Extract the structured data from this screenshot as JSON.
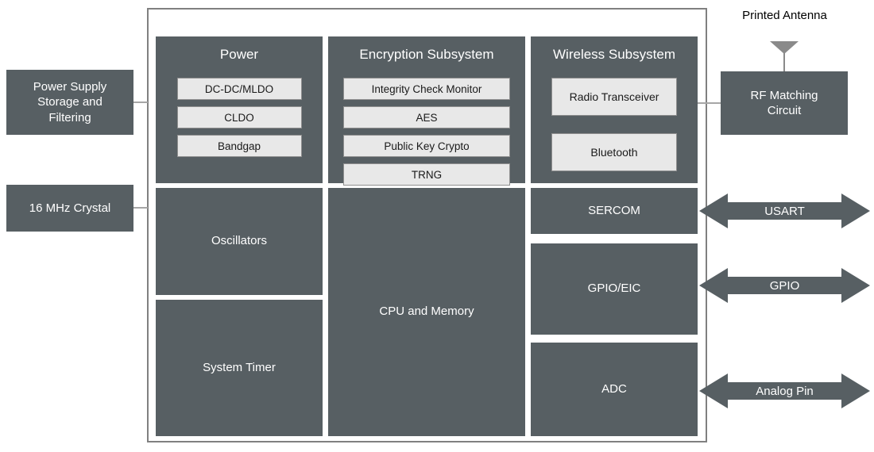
{
  "colors": {
    "block_dark": "#575f63",
    "block_light": "#e8e8e8",
    "connector_line": "#a6a6a6"
  },
  "external": {
    "power_supply": "Power Supply Storage and Filtering",
    "crystal": "16 MHz Crystal",
    "printed_antenna": "Printed Antenna",
    "rf_matching": "RF Matching Circuit"
  },
  "power": {
    "title": "Power",
    "items": [
      "DC-DC/MLDO",
      "CLDO",
      "Bandgap"
    ]
  },
  "encryption": {
    "title": "Encryption Subsystem",
    "items": [
      "Integrity Check Monitor",
      "AES",
      "Public Key Crypto",
      "TRNG"
    ]
  },
  "wireless": {
    "title": "Wireless Subsystem",
    "items": [
      "Radio Transceiver",
      "Bluetooth"
    ]
  },
  "blocks": {
    "oscillators": "Oscillators",
    "system_timer": "System Timer",
    "cpu_memory": "CPU and Memory",
    "sercom": "SERCOM",
    "gpio_eic": "GPIO/EIC",
    "adc": "ADC"
  },
  "arrows": {
    "usart": "USART",
    "gpio": "GPIO",
    "analog": "Analog Pin"
  }
}
